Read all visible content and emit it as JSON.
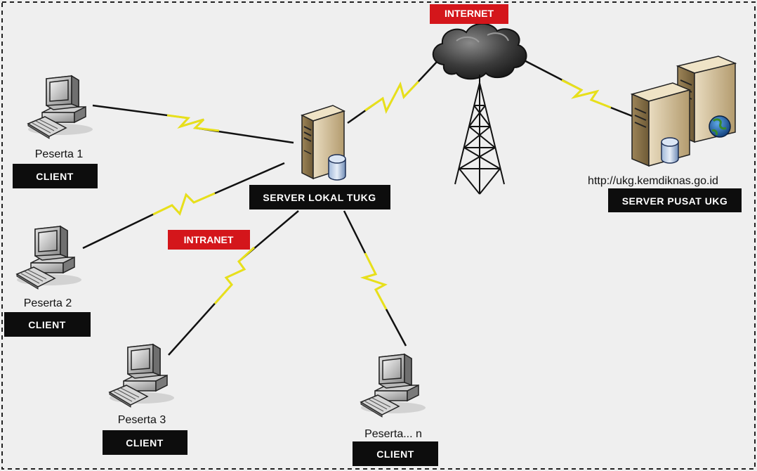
{
  "labels": {
    "internet": "INTERNET",
    "intranet": "INTRANET",
    "local_server": "SERVER LOKAL TUKG",
    "central_server": "SERVER PUSAT UKG",
    "central_url": "http://ukg.kemdiknas.go.id"
  },
  "clients": [
    {
      "name": "Peserta 1",
      "role": "CLIENT"
    },
    {
      "name": "Peserta 2",
      "role": "CLIENT"
    },
    {
      "name": "Peserta 3",
      "role": "CLIENT"
    },
    {
      "name": "Peserta... n",
      "role": "CLIENT"
    }
  ],
  "colors": {
    "background": "#efefef",
    "tag_background": "#0d0d0d",
    "network_tag": "#d4161b",
    "lightning": "#e8e01a",
    "border": "#222222"
  }
}
